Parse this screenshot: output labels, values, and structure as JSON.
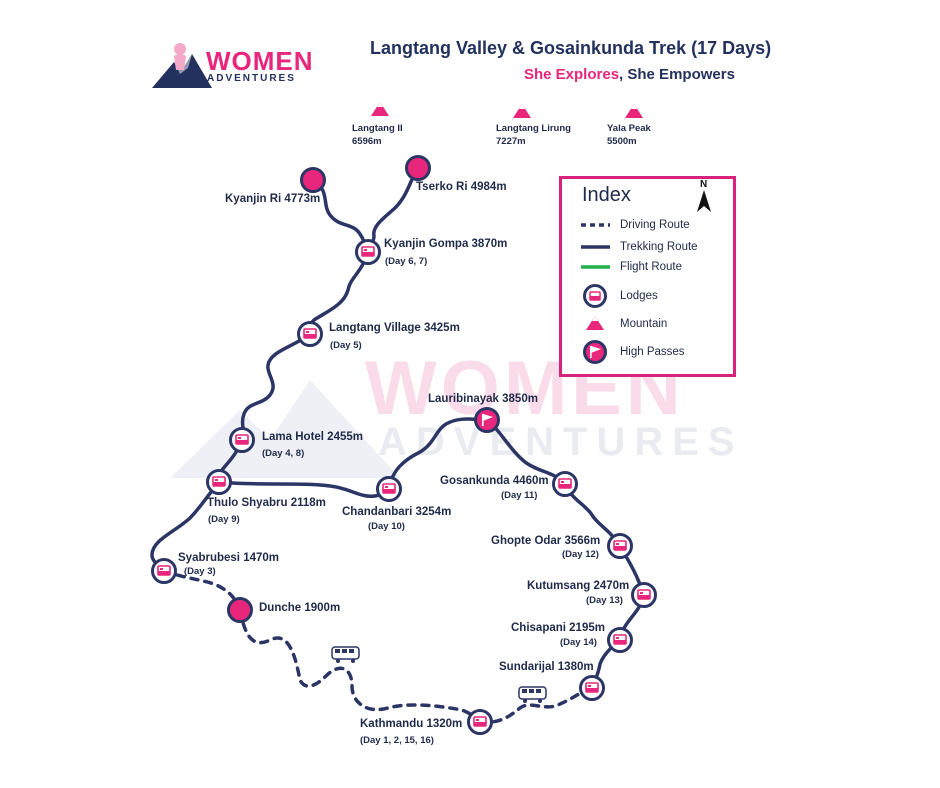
{
  "header": {
    "title": "Langtang Valley & Gosainkunda Trek (17 Days)",
    "tagline_part1": "She Explores",
    "tagline_part2": ", She Empowers"
  },
  "logo": {
    "line1": "WOMEN",
    "line2": "ADVENTURES"
  },
  "watermark": {
    "line1": "WOMEN",
    "line2": "ADVENTURES"
  },
  "mountains": [
    {
      "name": "Langtang II",
      "elevation": "6596m"
    },
    {
      "name": "Langtang Lirung",
      "elevation": "7227m"
    },
    {
      "name": "Yala Peak",
      "elevation": "5500m"
    }
  ],
  "places": {
    "kyanjin_ri": {
      "name": "Kyanjin Ri 4773m",
      "type": "viewpoint"
    },
    "tserko_ri": {
      "name": "Tserko Ri 4984m",
      "type": "viewpoint"
    },
    "kyanjin_gompa": {
      "name": "Kyanjin Gompa 3870m",
      "days": "(Day 6, 7)",
      "type": "lodge"
    },
    "langtang_village": {
      "name": "Langtang Village 3425m",
      "days": "(Day 5)",
      "type": "lodge"
    },
    "lama_hotel": {
      "name": "Lama Hotel 2455m",
      "days": "(Day 4, 8)",
      "type": "lodge"
    },
    "thulo_shyabru": {
      "name": "Thulo Shyabru 2118m",
      "days": "(Day 9)",
      "type": "lodge"
    },
    "syabrubesi": {
      "name": "Syabrubesi 1470m",
      "days": "(Day 3)",
      "type": "lodge"
    },
    "dunche": {
      "name": "Dunche 1900m",
      "type": "viewpoint"
    },
    "chandanbari": {
      "name": "Chandanbari 3254m",
      "days": "(Day 10)",
      "type": "lodge"
    },
    "lauribinayak": {
      "name": "Lauribinayak 3850m",
      "type": "high-pass"
    },
    "gosankunda": {
      "name": "Gosankunda 4460m",
      "days": "(Day 11)",
      "type": "lodge"
    },
    "ghopte_odar": {
      "name": "Ghopte Odar 3566m",
      "days": "(Day 12)",
      "type": "lodge"
    },
    "kutumsang": {
      "name": "Kutumsang 2470m",
      "days": "(Day 13)",
      "type": "lodge"
    },
    "chisapani": {
      "name": "Chisapani 2195m",
      "days": "(Day 14)",
      "type": "lodge"
    },
    "sundarijal": {
      "name": "Sundarijal 1380m",
      "type": "lodge"
    },
    "kathmandu": {
      "name": "Kathmandu 1320m",
      "days": "(Day 1, 2, 15, 16)",
      "type": "lodge"
    }
  },
  "index": {
    "title": "Index",
    "north": "N",
    "items": [
      {
        "label": "Driving Route",
        "icon": "dashed-line"
      },
      {
        "label": "Trekking Route",
        "icon": "solid-line"
      },
      {
        "label": "Flight Route",
        "icon": "green-line"
      },
      {
        "label": "Lodges",
        "icon": "lodge-icon"
      },
      {
        "label": "Mountain",
        "icon": "mountain-icon"
      },
      {
        "label": "High Passes",
        "icon": "flag-icon"
      }
    ]
  },
  "colors": {
    "route": "#2b3566",
    "accent": "#e8267b",
    "flight": "#22b04b",
    "index_border": "#d8237d"
  }
}
